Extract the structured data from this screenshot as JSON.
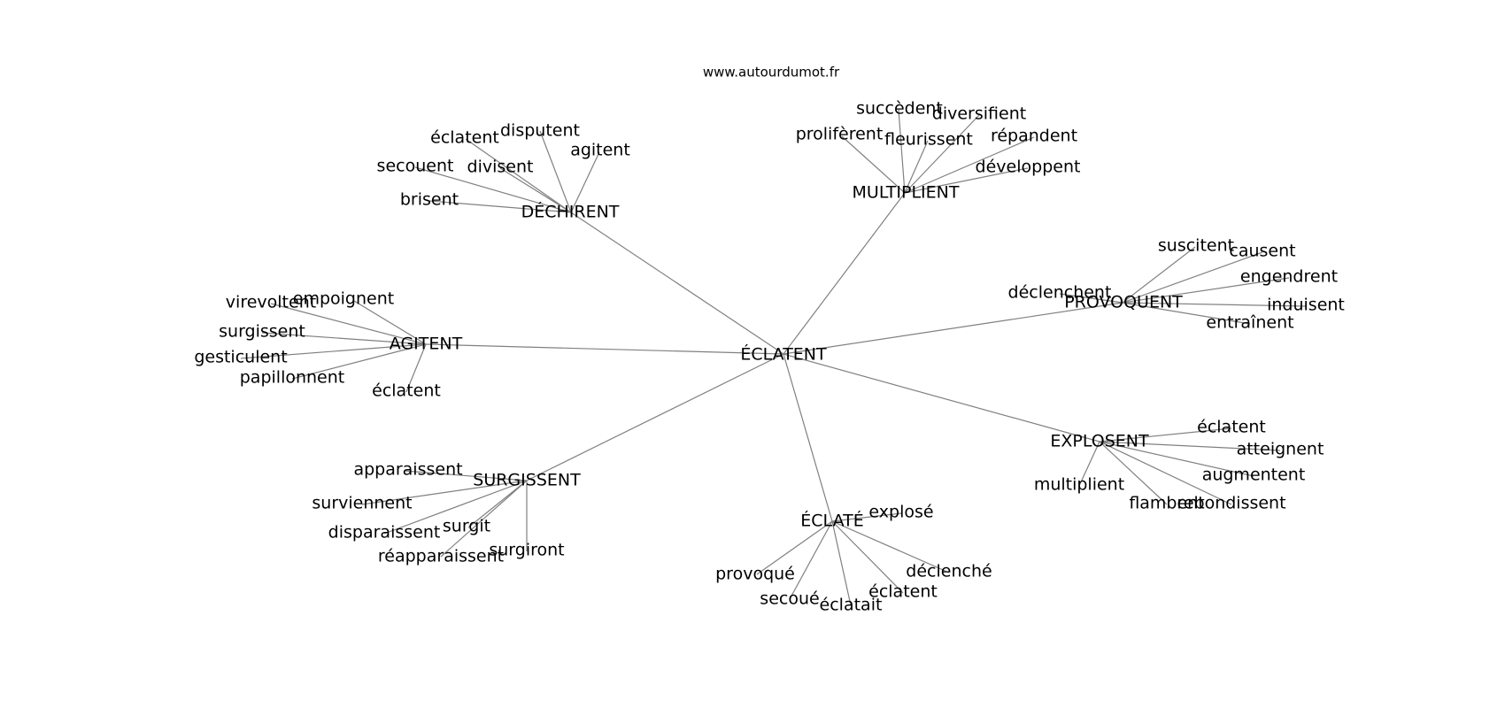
{
  "site": "www.autourdumot.fr",
  "center": "ÉCLATENT",
  "hubs": [
    {
      "id": "dechirent",
      "label": "DÉCHIRENT",
      "leaves": [
        "éclatent",
        "disputent",
        "agitent",
        "secouent",
        "divisent",
        "brisent"
      ]
    },
    {
      "id": "multiplient",
      "label": "MULTIPLIENT",
      "leaves": [
        "succèdent",
        "diversifient",
        "prolifèrent",
        "fleurissent",
        "répandent",
        "développent"
      ]
    },
    {
      "id": "provoquent",
      "label": "PROVOQUENT",
      "leaves": [
        "suscitent",
        "causent",
        "engendrent",
        "déclenchent",
        "induisent",
        "entraînent"
      ]
    },
    {
      "id": "agitent",
      "label": "AGITENT",
      "leaves": [
        "empoignent",
        "virevoltent",
        "surgissent",
        "gesticulent",
        "papillonnent",
        "éclatent"
      ]
    },
    {
      "id": "explosent",
      "label": "EXPLOSENT",
      "leaves": [
        "éclatent",
        "atteignent",
        "augmentent",
        "multiplient",
        "flambent",
        "rebondissent"
      ]
    },
    {
      "id": "surgissent",
      "label": "SURGISSENT",
      "leaves": [
        "apparaissent",
        "surviennent",
        "disparaissent",
        "surgit",
        "réapparaissent",
        "surgiront"
      ]
    },
    {
      "id": "eclate",
      "label": "ÉCLATÉ",
      "leaves": [
        "explosé",
        "provoqué",
        "déclenché",
        "secoué",
        "éclatait",
        "éclatent"
      ]
    }
  ]
}
